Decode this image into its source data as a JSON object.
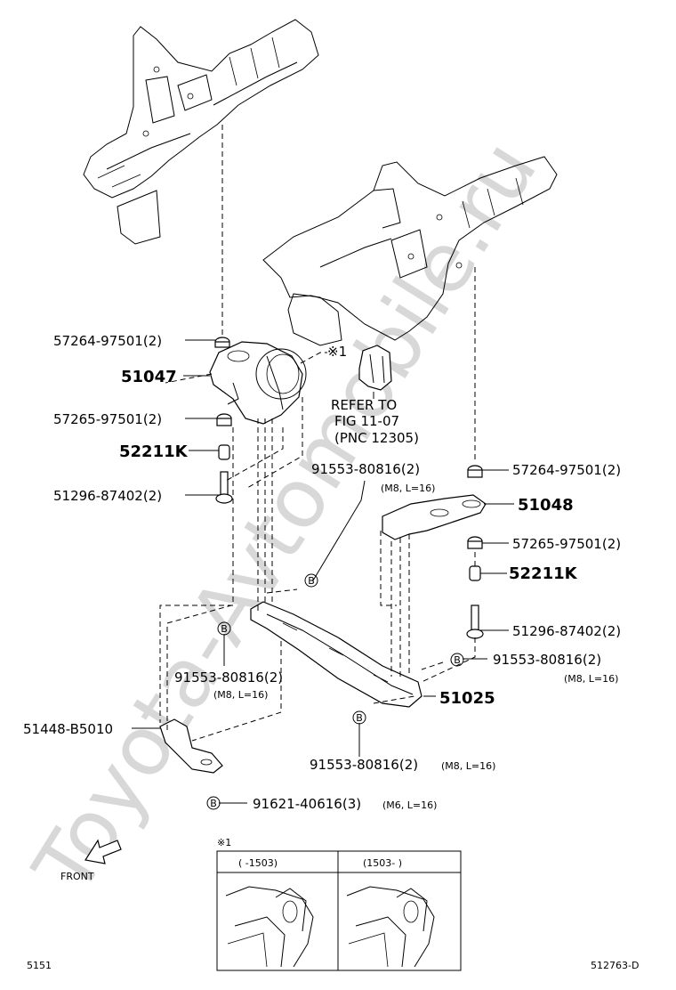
{
  "diagram": {
    "watermark": "Toyota-Avtomobile.ru",
    "labels": {
      "p57264_top": "57264-97501(2)",
      "p51047": "51047",
      "p57265_left": "57265-97501(2)",
      "p52211k_left": "52211K",
      "p51296_left": "51296-87402(2)",
      "p91553_center": "91553-80816(2)",
      "p91553_center_sub": "(M8, L=16)",
      "p57264_right": "57264-97501(2)",
      "p51048": "51048",
      "p57265_right": "57265-97501(2)",
      "p52211k_right": "52211K",
      "p51296_right": "51296-87402(2)",
      "p91553_right": "91553-80816(2)",
      "p91553_right_sub": "(M8, L=16)",
      "p51025": "51025",
      "p91553_left": "91553-80816(2)",
      "p91553_left_sub": "(M8, L=16)",
      "p51448": "51448-B5010",
      "p91553_bottom": "91553-80816(2)",
      "p91553_bottom_sub": "(M8, L=16)",
      "p91621": "91621-40616(3)",
      "p91621_sub": "(M6, L=16)"
    },
    "refer": {
      "mark": "※1",
      "line1": "REFER TO",
      "line2": "FIG 11-07",
      "line3": "(PNC 12305)"
    },
    "callout_letter": "B",
    "front_label": "FRONT",
    "inset": {
      "mark": "※1",
      "left_header": "(      -1503)",
      "right_header": "(1503-      )"
    },
    "footer": {
      "left_code": "5151",
      "right_code": "512763-D"
    }
  }
}
